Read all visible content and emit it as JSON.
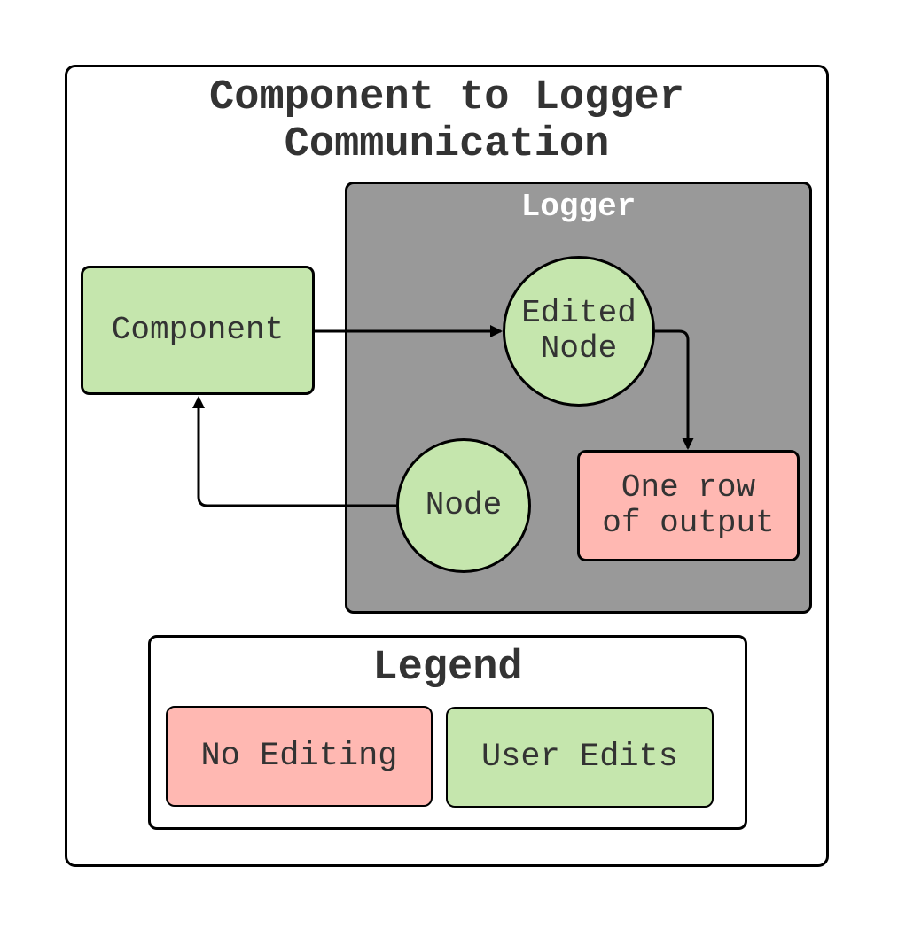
{
  "title": "Component to Logger\nCommunication",
  "logger": {
    "label": "Logger"
  },
  "nodes": {
    "component": "Component",
    "edited_node": "Edited\nNode",
    "node": "Node",
    "output_row": "One row\nof output"
  },
  "legend": {
    "title": "Legend",
    "no_editing": "No Editing",
    "user_edits": "User Edits"
  },
  "colors": {
    "user_edits": "#c5e6ad",
    "no_editing": "#ffb8b2",
    "logger_background": "#999999"
  }
}
